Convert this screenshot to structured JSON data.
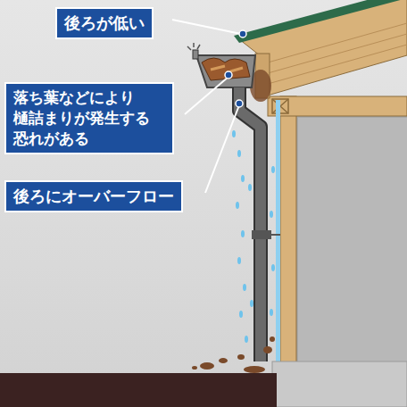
{
  "diagram": {
    "nodes": [
      {
        "text": [
          "後ろが低い"
        ]
      },
      {
        "text": [
          "落ち葉などにより 樋詰まりが発生する 恐れがある"
        ]
      },
      {
        "text": [
          "後ろにオーバーフロー"
        ]
      }
    ]
  }
}
